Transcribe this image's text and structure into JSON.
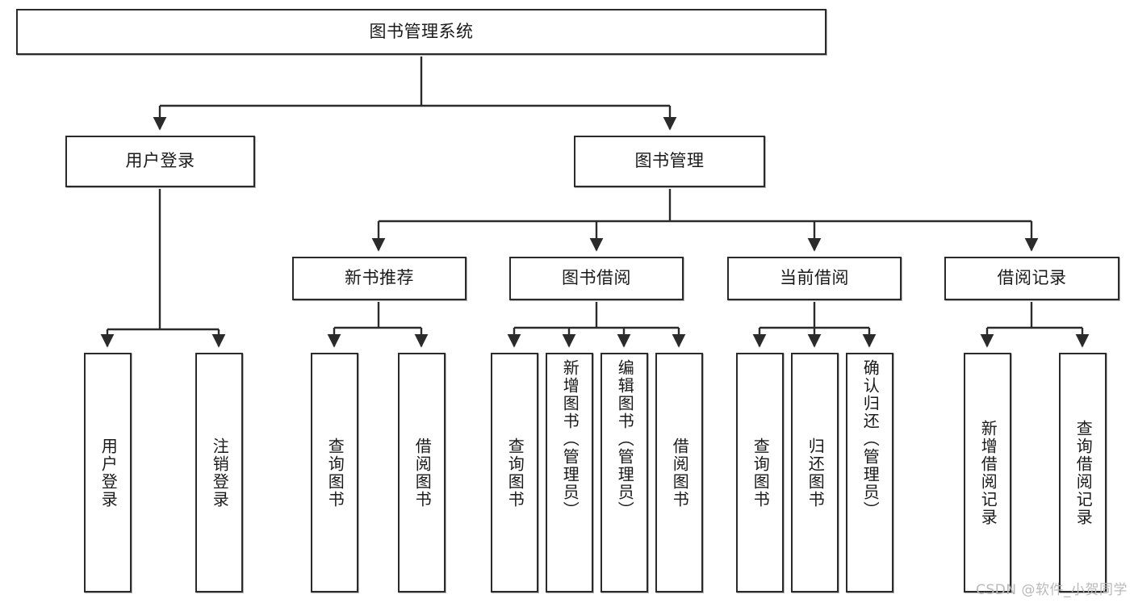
{
  "diagram": {
    "title": "图书管理系统",
    "type": "tree",
    "watermark": "CSDN @软件_小贺同学",
    "levels": {
      "root": {
        "label": "图书管理系统"
      },
      "level2": [
        {
          "label": "用户登录"
        },
        {
          "label": "图书管理"
        }
      ],
      "level3": [
        {
          "label": "新书推荐"
        },
        {
          "label": "图书借阅"
        },
        {
          "label": "当前借阅"
        },
        {
          "label": "借阅记录"
        }
      ],
      "leaves": {
        "user_login": [
          {
            "label": "用户登录"
          },
          {
            "label": "注销登录"
          }
        ],
        "new_book_recommend": [
          {
            "label": "查询图书"
          },
          {
            "label": "借阅图书"
          }
        ],
        "book_borrow": [
          {
            "label": "查询图书"
          },
          {
            "label": "新增图书（管理员）"
          },
          {
            "label": "编辑图书（管理员）"
          },
          {
            "label": "借阅图书"
          }
        ],
        "current_borrow": [
          {
            "label": "查询图书"
          },
          {
            "label": "归还图书"
          },
          {
            "label": "确认归还（管理员）"
          }
        ],
        "borrow_record": [
          {
            "label": "新增借阅记录"
          },
          {
            "label": "查询借阅记录"
          }
        ]
      }
    },
    "colors": {
      "border": "#2b2b2b",
      "background": "#ffffff",
      "text": "#1a1a1a",
      "watermark": "#b9b9b9"
    }
  }
}
